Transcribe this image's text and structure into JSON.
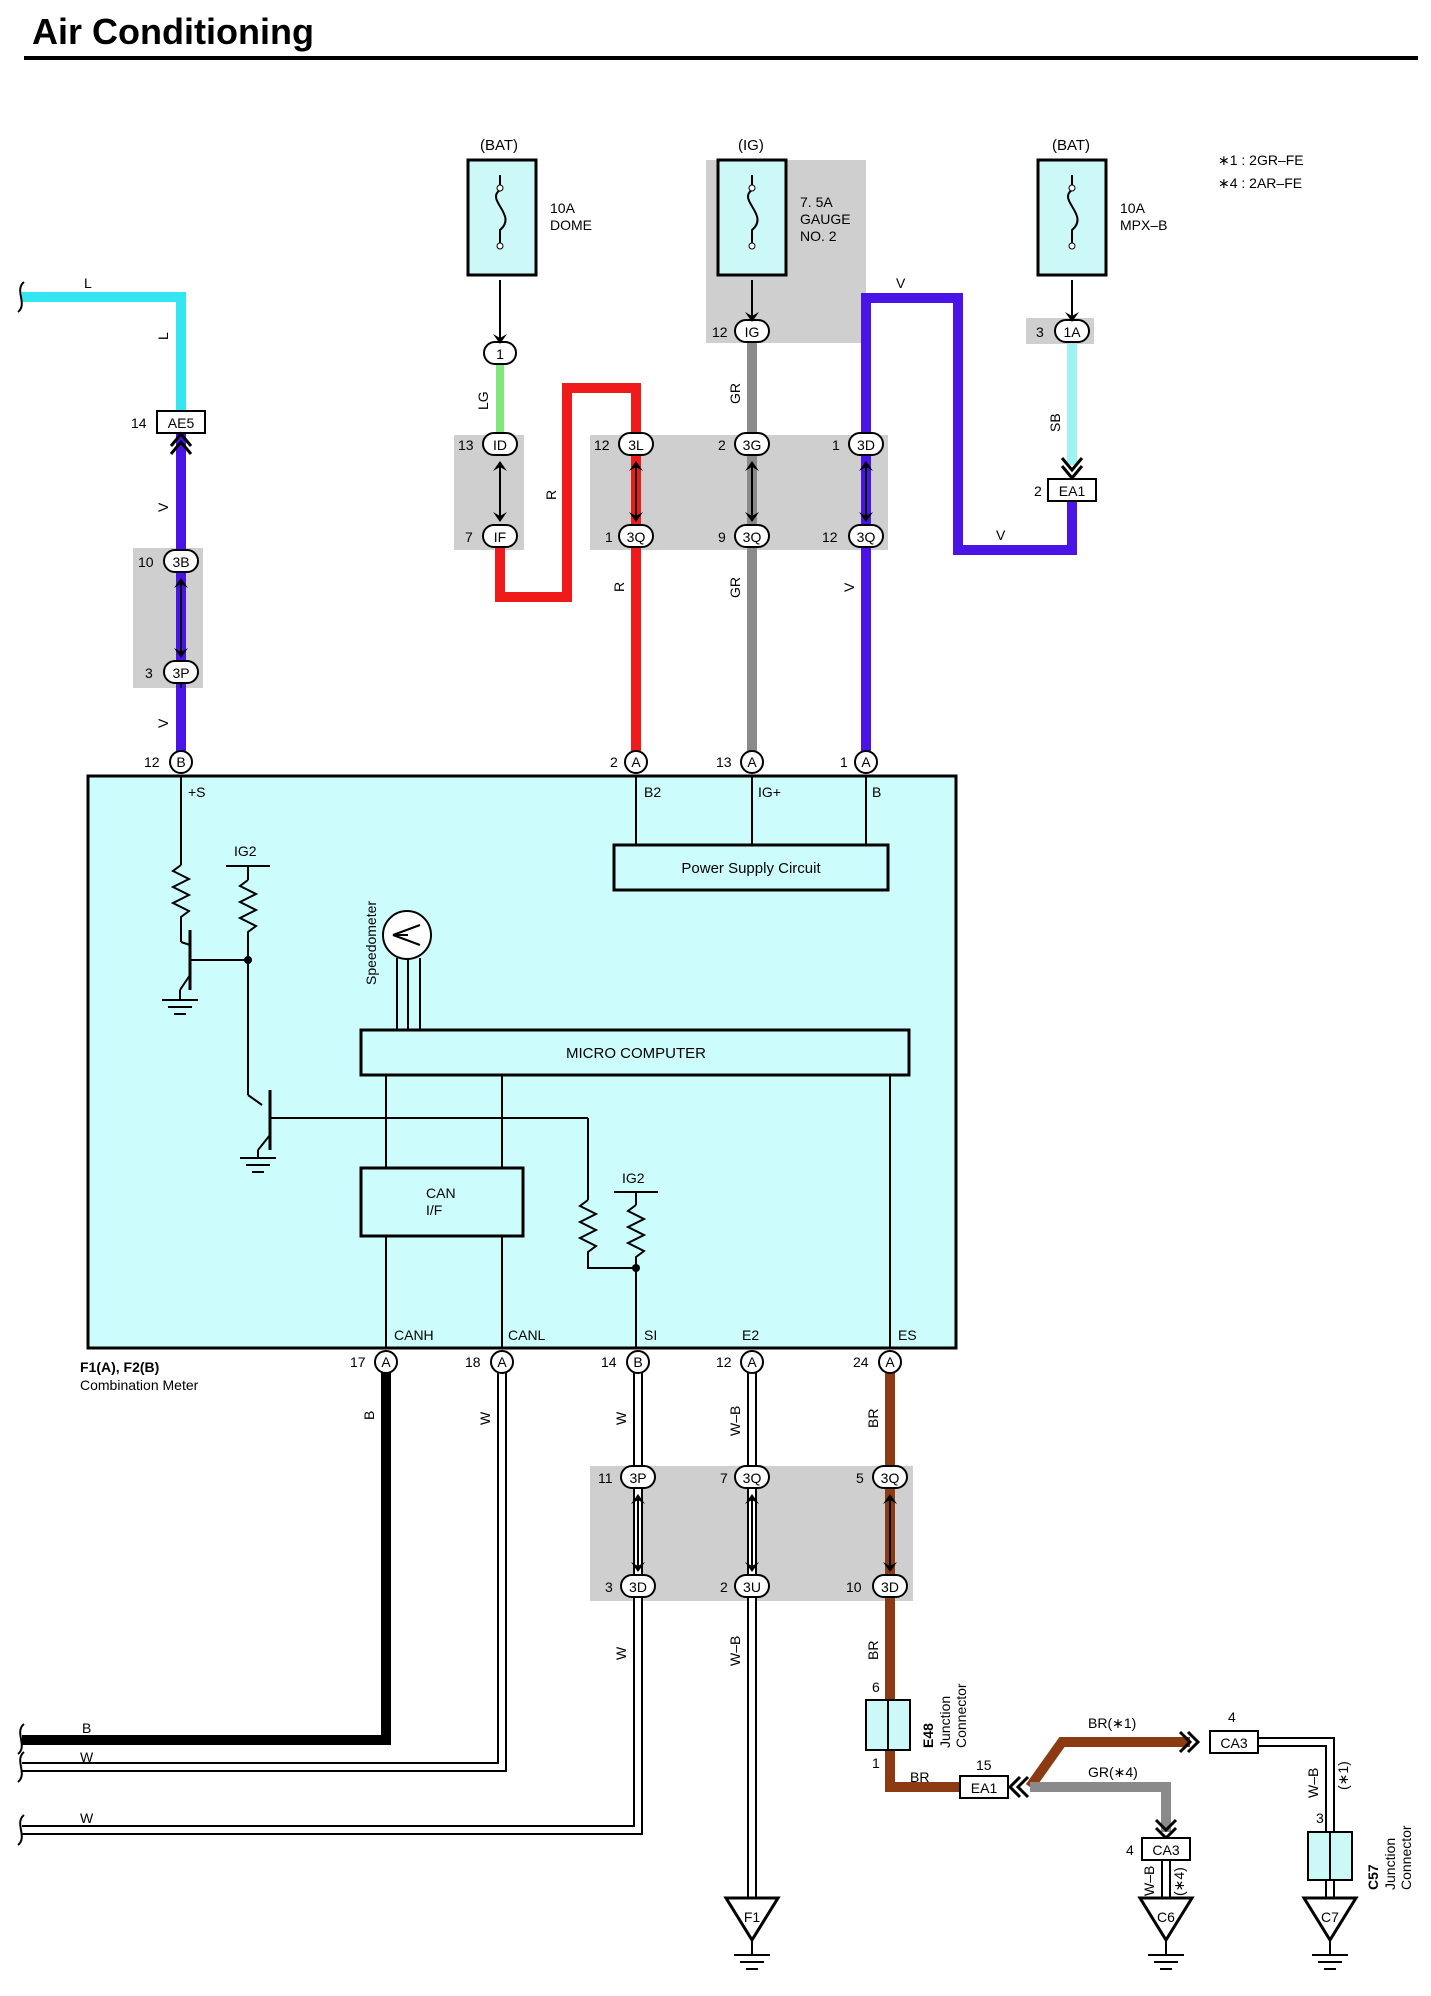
{
  "title": "Air Conditioning",
  "notes": [
    "∗1 : 2GR–FE",
    "∗4 : 2AR–FE"
  ],
  "fuses": [
    {
      "supply": "(BAT)",
      "rating": "10A",
      "name": "DOME"
    },
    {
      "supply": "(IG)",
      "rating": "7. 5A",
      "name": "GAUGE",
      "name2": "NO. 2"
    },
    {
      "supply": "(BAT)",
      "rating": "10A",
      "name": "MPX–B"
    }
  ],
  "wire_colors": {
    "L": "#33e6f2",
    "V": "#4a14e6",
    "R": "#ef1b1b",
    "GR": "#8a8a8a",
    "LG": "#7fe87a",
    "SB": "#9df2f2",
    "B": "#000000",
    "W": "#ffffff",
    "BR": "#8b3a12",
    "WB": "#ffffff"
  },
  "wire_labels": {
    "L": "L",
    "V": "V",
    "R": "R",
    "GR": "GR",
    "LG": "LG",
    "SB": "SB",
    "B": "B",
    "W": "W",
    "BR": "BR",
    "WB": "W–B",
    "BR1": "BR(∗1)",
    "GR4": "GR(∗4)",
    "star1": "(∗1)",
    "star4": "(∗4)"
  },
  "connectors": {
    "ae5": "AE5",
    "c3b": "3B",
    "c3p": "3P",
    "c1": "1",
    "cid": "ID",
    "cif": "IF",
    "c3l": "3L",
    "c3q": "3Q",
    "cig": "IG",
    "c3g": "3G",
    "c3d": "3D",
    "c1a": "1A",
    "ea1": "EA1",
    "a": "A",
    "b": "B",
    "c3u": "3U",
    "ca3": "CA3",
    "f1": "F1",
    "c6": "C6",
    "c7": "C7"
  },
  "pins": {
    "p1": "1",
    "p2": "2",
    "p3": "3",
    "p4": "4",
    "p5": "5",
    "p6": "6",
    "p7": "7",
    "p9": "9",
    "p10": "10",
    "p11": "11",
    "p12": "12",
    "p13": "13",
    "p14": "14",
    "p15": "15",
    "p17": "17",
    "p18": "18",
    "p24": "24"
  },
  "meter": {
    "terminals": {
      "s": "+S",
      "b2": "B2",
      "igp": "IG+",
      "b": "B",
      "ig2": "IG2",
      "canh": "CANH",
      "canl": "CANL",
      "si": "SI",
      "e2": "E2",
      "es": "ES"
    },
    "power_supply": "Power Supply Circuit",
    "micro": "MICRO COMPUTER",
    "can": "CAN",
    "can2": "I/F",
    "speedometer": "Speedometer",
    "name": "F1(A), F2(B)",
    "desc": "Combination Meter"
  },
  "junctions": [
    {
      "id": "E48",
      "desc1": "Junction",
      "desc2": "Connector"
    },
    {
      "id": "C57",
      "desc1": "Junction",
      "desc2": "Connector"
    }
  ]
}
